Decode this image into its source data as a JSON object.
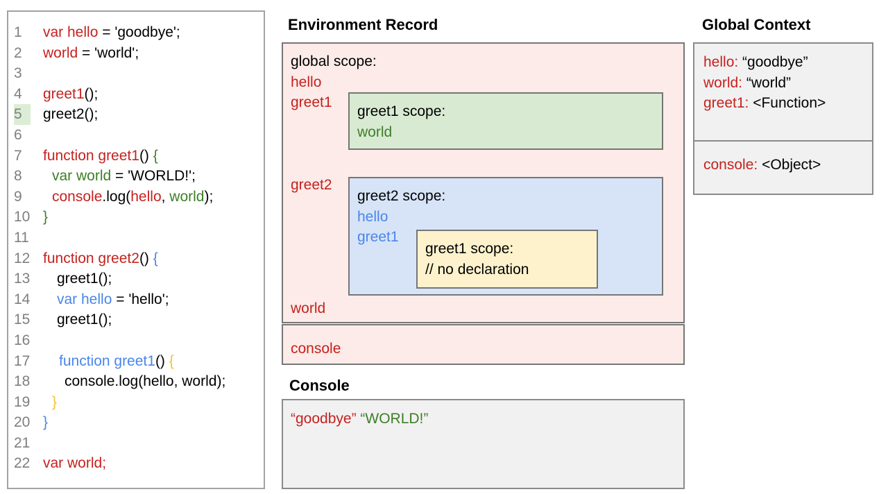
{
  "colors": {
    "red": "#c5221f",
    "green": "#3e7e28",
    "blue": "#4a86e8",
    "yellow": "#f1c232",
    "black": "#000000",
    "line_number": "#7f7f7f",
    "pink_bg": "#fcebe8",
    "green_bg": "#d9ead3",
    "blue_bg": "#d7e4f8",
    "yellow_bg": "#fdf2cc",
    "gray_bg": "#f1f1f1",
    "highlight_bg": "#dcedd5",
    "border_dark": "#767676",
    "border_mid": "#8a8a8a",
    "border_light": "#a2a2a2"
  },
  "code_panel": {
    "lines": [
      {
        "num": "1",
        "indent": 0,
        "hl": false,
        "tokens": [
          {
            "t": "var hello",
            "c": "red"
          },
          {
            "t": " = 'goodbye';",
            "c": "black"
          }
        ]
      },
      {
        "num": "2",
        "indent": 0,
        "hl": false,
        "tokens": [
          {
            "t": "world",
            "c": "red"
          },
          {
            "t": " = 'world';",
            "c": "black"
          }
        ]
      },
      {
        "num": "3",
        "indent": 0,
        "hl": false,
        "tokens": []
      },
      {
        "num": "4",
        "indent": 0,
        "hl": false,
        "tokens": [
          {
            "t": "greet1",
            "c": "red"
          },
          {
            "t": "();",
            "c": "black"
          }
        ]
      },
      {
        "num": "5",
        "indent": 0,
        "hl": true,
        "tokens": [
          {
            "t": "greet2();",
            "c": "black"
          }
        ]
      },
      {
        "num": "6",
        "indent": 0,
        "hl": false,
        "tokens": []
      },
      {
        "num": "7",
        "indent": 0,
        "hl": false,
        "tokens": [
          {
            "t": "function greet1",
            "c": "red"
          },
          {
            "t": "() ",
            "c": "black"
          },
          {
            "t": "{",
            "c": "green"
          }
        ]
      },
      {
        "num": "8",
        "indent": 13,
        "hl": false,
        "tokens": [
          {
            "t": "var world",
            "c": "green"
          },
          {
            "t": " = 'WORLD!';",
            "c": "black"
          }
        ]
      },
      {
        "num": "9",
        "indent": 13,
        "hl": false,
        "tokens": [
          {
            "t": "console",
            "c": "red"
          },
          {
            "t": ".log(",
            "c": "black"
          },
          {
            "t": "hello",
            "c": "red"
          },
          {
            "t": ", ",
            "c": "black"
          },
          {
            "t": "world",
            "c": "green"
          },
          {
            "t": ");",
            "c": "black"
          }
        ]
      },
      {
        "num": "10",
        "indent": 0,
        "hl": false,
        "tokens": [
          {
            "t": "}",
            "c": "green"
          }
        ]
      },
      {
        "num": "11",
        "indent": 0,
        "hl": false,
        "tokens": []
      },
      {
        "num": "12",
        "indent": 0,
        "hl": false,
        "tokens": [
          {
            "t": "function greet2",
            "c": "red"
          },
          {
            "t": "() ",
            "c": "black"
          },
          {
            "t": "{",
            "c": "blue"
          }
        ]
      },
      {
        "num": "13",
        "indent": 20,
        "hl": false,
        "tokens": [
          {
            "t": "greet1();",
            "c": "black"
          }
        ]
      },
      {
        "num": "14",
        "indent": 20,
        "hl": false,
        "tokens": [
          {
            "t": "var hello",
            "c": "blue"
          },
          {
            "t": " = 'hello';",
            "c": "black"
          }
        ]
      },
      {
        "num": "15",
        "indent": 20,
        "hl": false,
        "tokens": [
          {
            "t": "greet1();",
            "c": "black"
          }
        ]
      },
      {
        "num": "16",
        "indent": 0,
        "hl": false,
        "tokens": []
      },
      {
        "num": "17",
        "indent": 23,
        "hl": false,
        "tokens": [
          {
            "t": "function greet1",
            "c": "blue"
          },
          {
            "t": "() ",
            "c": "black"
          },
          {
            "t": "{",
            "c": "yellow"
          }
        ]
      },
      {
        "num": "18",
        "indent": 31,
        "hl": false,
        "tokens": [
          {
            "t": "console.log(hello, world);",
            "c": "black"
          }
        ]
      },
      {
        "num": "19",
        "indent": 13,
        "hl": false,
        "tokens": [
          {
            "t": "}",
            "c": "yellow"
          }
        ]
      },
      {
        "num": "20",
        "indent": 0,
        "hl": false,
        "tokens": [
          {
            "t": "}",
            "c": "blue"
          }
        ]
      },
      {
        "num": "21",
        "indent": 0,
        "hl": false,
        "tokens": []
      },
      {
        "num": "22",
        "indent": 0,
        "hl": false,
        "tokens": [
          {
            "t": "var world;",
            "c": "red"
          }
        ]
      }
    ]
  },
  "environment_record": {
    "title": "Environment Record",
    "global_scope_label": "global scope:",
    "global_vars_top": [
      {
        "t": "hello",
        "c": "red"
      },
      {
        "t": "greet1",
        "c": "red"
      }
    ],
    "greet1_scope": {
      "label": "greet1 scope:",
      "vars": [
        {
          "t": "world",
          "c": "green"
        }
      ]
    },
    "global_var_mid": {
      "t": "greet2",
      "c": "red"
    },
    "greet2_scope": {
      "label": "greet2 scope:",
      "vars": [
        {
          "t": "hello",
          "c": "blue"
        },
        {
          "t": "greet1",
          "c": "blue"
        }
      ],
      "inner": {
        "label": "greet1 scope:",
        "comment": "// no declaration"
      }
    },
    "global_var_bottom": {
      "t": "world",
      "c": "red"
    },
    "console_var": {
      "t": "console",
      "c": "red"
    }
  },
  "console_panel": {
    "title": "Console",
    "entries": [
      {
        "t": "“goodbye”",
        "c": "red"
      },
      {
        "t": "“WORLD!”",
        "c": "green"
      }
    ]
  },
  "global_context": {
    "title": "Global Context",
    "main_box": [
      {
        "name": "hello:",
        "value": "“goodbye”"
      },
      {
        "name": "world:",
        "value": "“world”"
      },
      {
        "name": "greet1:",
        "value": "<Function>"
      }
    ],
    "console_box": [
      {
        "name": "console:",
        "value": "<Object>"
      }
    ]
  }
}
